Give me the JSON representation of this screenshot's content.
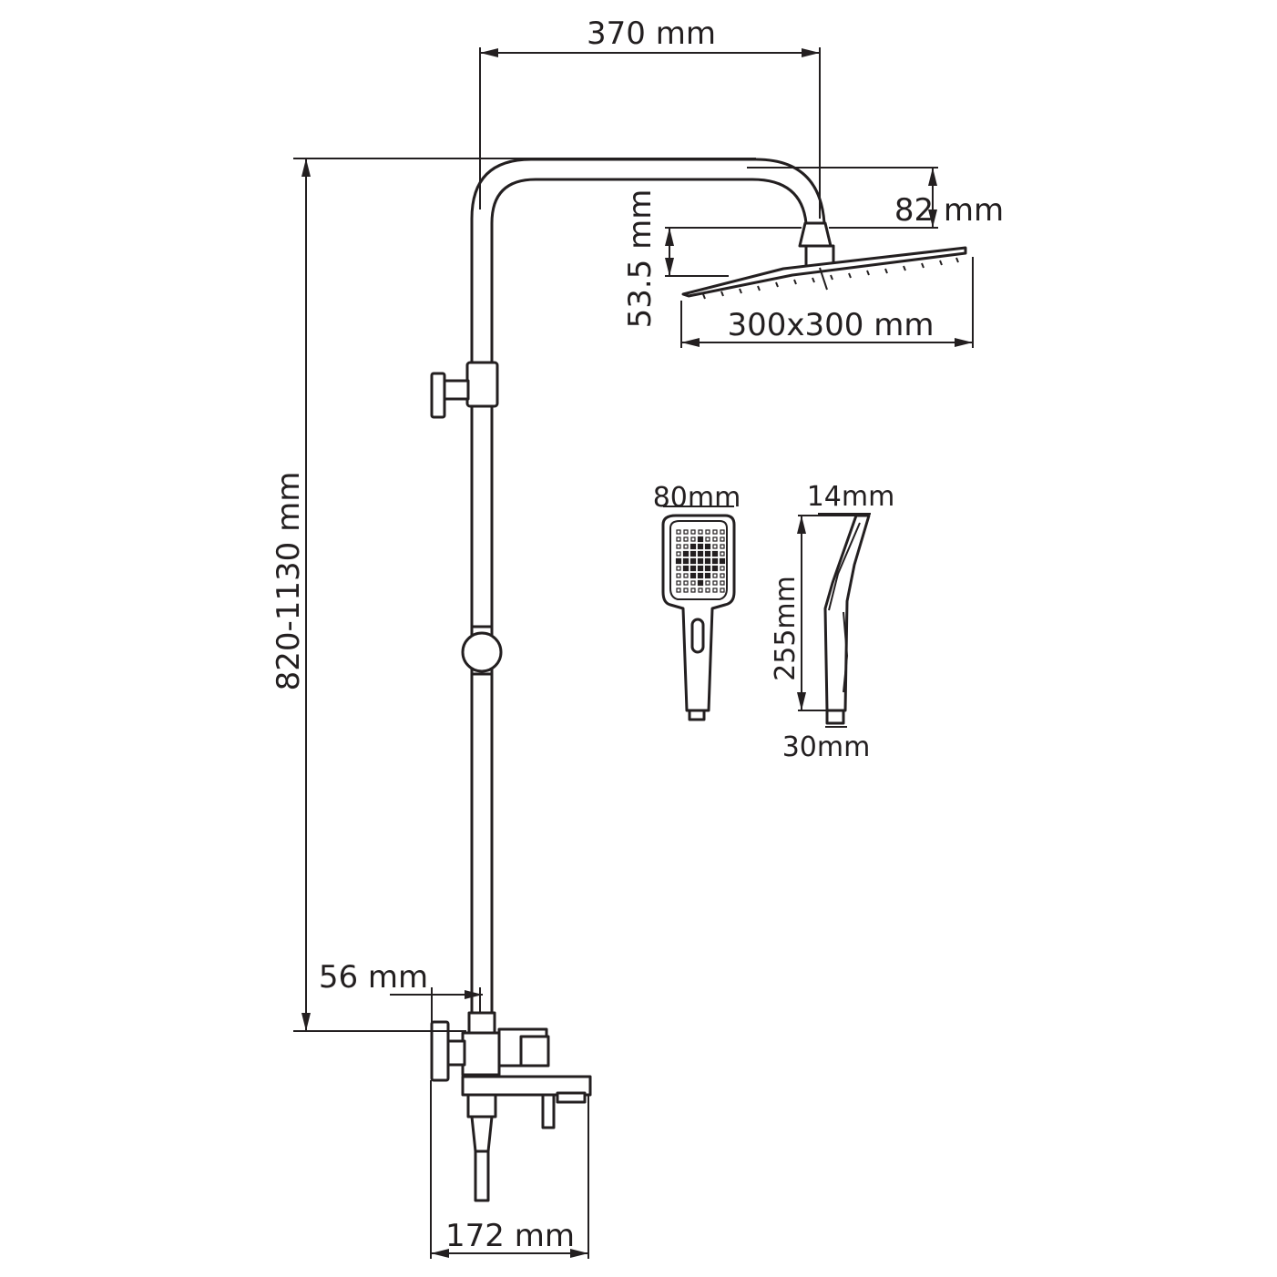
{
  "dimensions": {
    "arm_reach": "370 mm",
    "arm_height": "82 mm",
    "head_height": "53.5 mm",
    "head_size": "300x300 mm",
    "rail_height": "820-1130 mm",
    "mixer_offset": "56 mm",
    "mixer_width": "172 mm",
    "hand_width": "80mm",
    "hand_depth": "14mm",
    "hand_length": "255mm",
    "hand_base": "30mm"
  },
  "colors": {
    "line": "#231f20",
    "background": "#ffffff"
  }
}
